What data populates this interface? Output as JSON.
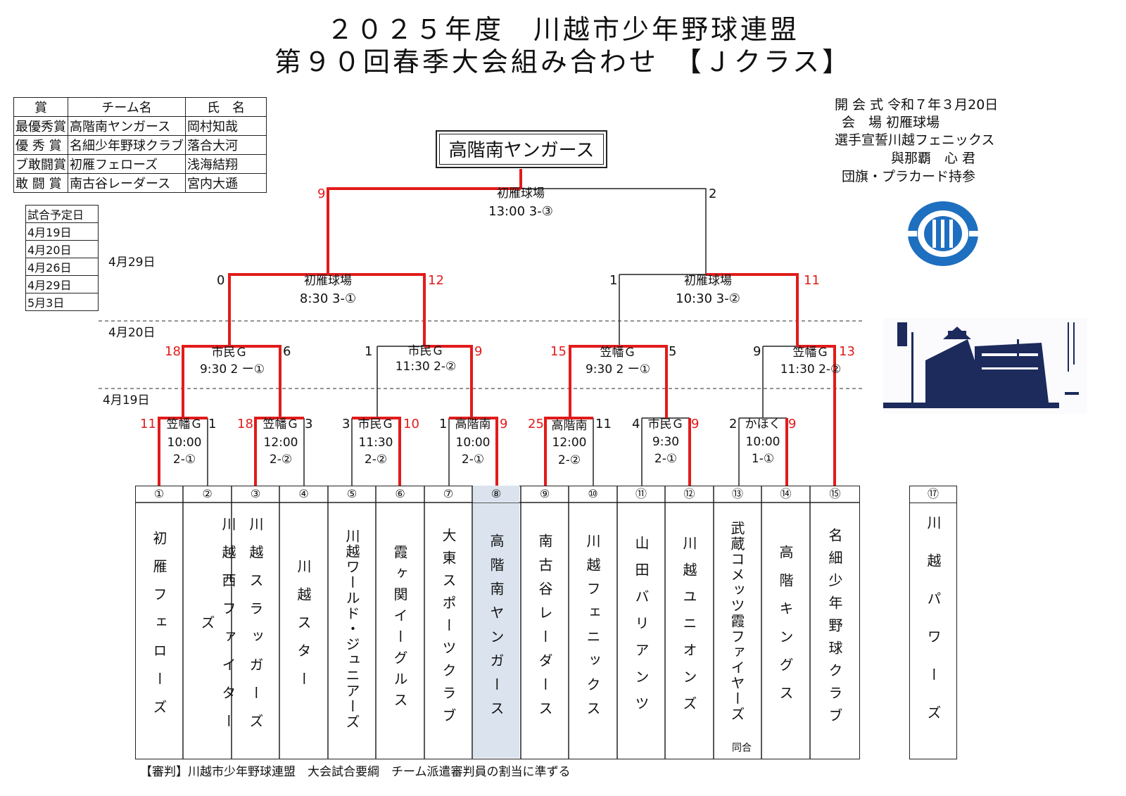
{
  "title": {
    "line1": "２０２５年度　川越市少年野球連盟",
    "line2": "第９０回春季大会組み合わせ　【Ｊクラス】"
  },
  "awards": {
    "headers": [
      "賞",
      "チーム名",
      "氏　名"
    ],
    "rows": [
      [
        "最優秀賞",
        "高階南ヤンガース",
        "岡村知哉"
      ],
      [
        "優 秀 賞",
        "名細少年野球クラブ",
        "落合大河"
      ],
      [
        "ブ敢闘賞",
        "初雁フェローズ",
        "浅海結翔"
      ],
      [
        "敢 闘 賞",
        "南古谷レーダース",
        "宮内大遜"
      ]
    ]
  },
  "schedule": {
    "header": "試合予定日",
    "dates": [
      "4月19日",
      "4月20日",
      "4月26日",
      "4月29日",
      "5月3日"
    ]
  },
  "ceremony": {
    "line1": "開 会 式 令和７年３月20日",
    "line2": "会　場 初雁球場",
    "line3": "選手宣誓川越フェニックス",
    "line4": "與那覇　心 君",
    "line5": "団旗・プラカード持参"
  },
  "champion": "高階南ヤンガース",
  "round_dates": {
    "final": "4月29日",
    "r2": "4月20日",
    "r1": "4月19日"
  },
  "final": {
    "venue": "初雁球場",
    "time": "13:00 3-③",
    "score_left": "9",
    "score_right": "2"
  },
  "semis": [
    {
      "venue": "初雁球場",
      "time": "8:30 3-①",
      "score_left": "0",
      "score_right": "12"
    },
    {
      "venue": "初雁球場",
      "time": "10:30 3-②",
      "score_left": "1",
      "score_right": "11"
    }
  ],
  "quarters": [
    {
      "venue": "市民Ｇ",
      "time": "9:30  2 ー①",
      "score_left": "18",
      "score_right": "6"
    },
    {
      "venue": "市民Ｇ",
      "time": "11:30 2-②",
      "score_left": "1",
      "score_right": "9"
    },
    {
      "venue": "笠幡Ｇ",
      "time": "9:30  2 ー①",
      "score_left": "15",
      "score_right": "5"
    },
    {
      "venue": "笠幡Ｇ",
      "time": "11:30 2-②",
      "score_left": "9",
      "score_right": "13"
    }
  ],
  "first_round": [
    {
      "venue": "笠幡Ｇ",
      "time": "10:00",
      "court": "2-①",
      "score_left": "11",
      "score_right": "1"
    },
    {
      "venue": "笠幡Ｇ",
      "time": "12:00",
      "court": "2-②",
      "score_left": "18",
      "score_right": "3"
    },
    {
      "venue": "市民Ｇ",
      "time": "11:30",
      "court": "2-②",
      "score_left": "3",
      "score_right": "10"
    },
    {
      "venue": "高階南",
      "time": "10:00",
      "court": "2-①",
      "score_left": "1",
      "score_right": "9"
    },
    {
      "venue": "高階南",
      "time": "12:00",
      "court": "2-②",
      "score_left": "25",
      "score_right": "11"
    },
    {
      "venue": "市民Ｇ",
      "time": "9:30",
      "court": "2-①",
      "score_left": "4",
      "score_right": "9"
    },
    {
      "venue": "かほく",
      "time": "10:00",
      "court": "1-①",
      "score_left": "2",
      "score_right": "9"
    }
  ],
  "teams": [
    {
      "num": "①",
      "name": "初雁フェローズ"
    },
    {
      "num": "②",
      "name": "川越西ファイターズ"
    },
    {
      "num": "③",
      "name": "川越スラッガーズ"
    },
    {
      "num": "④",
      "name": "川越スター"
    },
    {
      "num": "⑤",
      "name": "川越ワールド・ジュニアーズ"
    },
    {
      "num": "⑥",
      "name": "霞ヶ関イーグルス"
    },
    {
      "num": "⑦",
      "name": "大東スポーツクラブ"
    },
    {
      "num": "⑧",
      "name": "高階南ヤンガース"
    },
    {
      "num": "⑨",
      "name": "南古谷レーダース"
    },
    {
      "num": "⑩",
      "name": "川越フェニックス"
    },
    {
      "num": "⑪",
      "name": "山田バリアンツ"
    },
    {
      "num": "⑫",
      "name": "川越ユニオンズ"
    },
    {
      "num": "⑬",
      "name": "武蔵コメッツ霞ファイヤーズ",
      "note": "同合"
    },
    {
      "num": "⑭",
      "name": "高階キングス"
    },
    {
      "num": "⑮",
      "name": "名細少年野球クラブ"
    },
    {
      "num": "⑰",
      "name": "川越パワーズ"
    }
  ],
  "footer": "【審判】川越市少年野球連盟　大会試合要綱　チーム派遣審判員の割当に準ずる",
  "colors": {
    "winner_line": "#e21b1b",
    "highlight": "#dbe4ee",
    "emblem": "#1e6fc0",
    "stamp": "#1c2a5c"
  }
}
